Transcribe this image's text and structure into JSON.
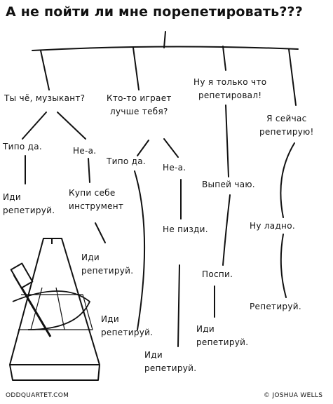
{
  "title": "А не пойти ли мне порепетировать???",
  "nodes": {
    "musician": "Ты чё, музыкант?",
    "better": "Кто-то играет\nлучше тебя?",
    "just_rehearsed": "Ну я только что\nрепетировал!",
    "rehearsing_now": "Я сейчас\nрепетирую!",
    "musician_yes": "Типо да.",
    "musician_no": "Не-а.",
    "go_rehearse_1": "Иди\nрепетируй.",
    "buy_instrument": "Купи себе\nинструмент",
    "go_rehearse_2": "Иди\nрепетируй.",
    "better_yes": "Типо да.",
    "better_no": "Не-а.",
    "go_rehearse_3": "Иди\nрепетируй.",
    "lie": "Не пизди.",
    "go_rehearse_4": "Иди\nрепетируй.",
    "tea": "Выпей чаю.",
    "sleep": "Поспи.",
    "go_rehearse_5": "Иди\nрепетируй.",
    "ok": "Ну ладно.",
    "rehearse_final": "Репетируй."
  },
  "footer": {
    "site": "ODDQUARTET.COM",
    "credit": "© JOSHUA WELLS"
  },
  "icon": "metronome-icon"
}
